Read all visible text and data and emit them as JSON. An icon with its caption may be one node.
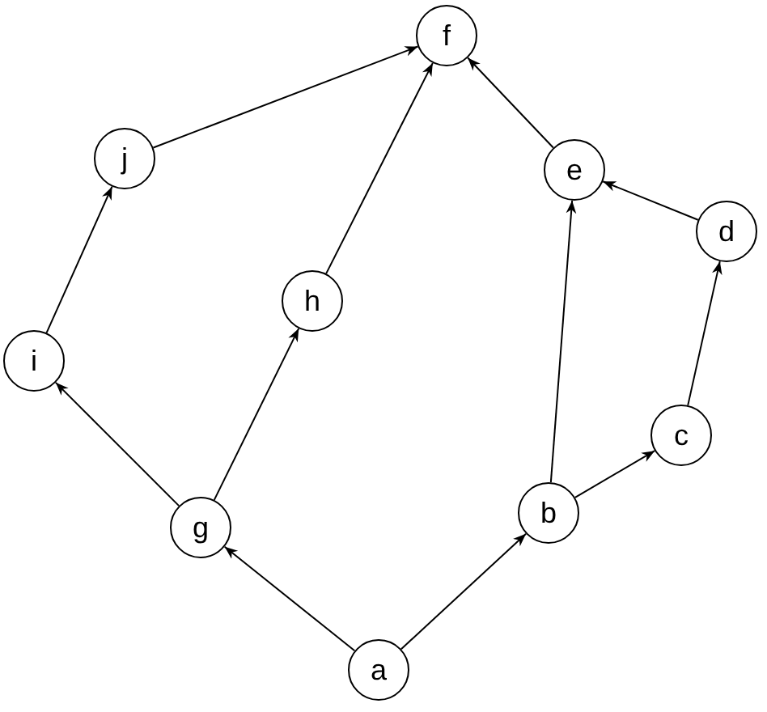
{
  "diagram": {
    "nodes": [
      {
        "text": [
          "f"
        ]
      },
      {
        "text": [
          "j"
        ]
      },
      {
        "text": [
          "e"
        ]
      },
      {
        "text": [
          "d"
        ]
      },
      {
        "text": [
          "h"
        ]
      },
      {
        "text": [
          "i"
        ]
      },
      {
        "text": [
          "c"
        ]
      },
      {
        "text": [
          "b"
        ]
      },
      {
        "text": [
          "g"
        ]
      },
      {
        "text": [
          "a"
        ]
      }
    ],
    "edges": [
      {
        "from": 9,
        "to": 8,
        "arrow": "to"
      },
      {
        "from": 9,
        "to": 7,
        "arrow": "to"
      },
      {
        "from": 8,
        "to": 5,
        "arrow": "to"
      },
      {
        "from": 8,
        "to": 4,
        "arrow": "to"
      },
      {
        "from": 5,
        "to": 1,
        "arrow": "to"
      },
      {
        "from": 1,
        "to": 0,
        "arrow": "to"
      },
      {
        "from": 4,
        "to": 0,
        "arrow": "to"
      },
      {
        "from": 7,
        "to": 2,
        "arrow": "to"
      },
      {
        "from": 7,
        "to": 6,
        "arrow": "to"
      },
      {
        "from": 6,
        "to": 3,
        "arrow": "to"
      },
      {
        "from": 3,
        "to": 2,
        "arrow": "to"
      },
      {
        "from": 2,
        "to": 0,
        "arrow": "to"
      }
    ]
  }
}
